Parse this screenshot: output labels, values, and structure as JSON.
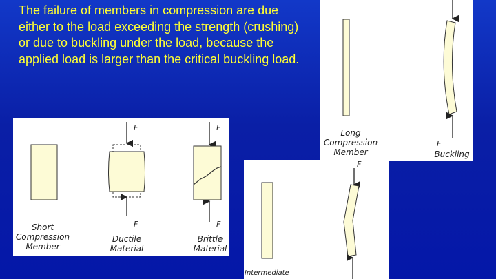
{
  "slide": {
    "paragraph": "The failure of members in compression are due either to the load exceeding the strength (crushing) or due to buckling under the load, because the applied load is larger than the critical buckling load."
  },
  "panel_left": {
    "labels": {
      "short": [
        "Short",
        "Compression",
        "Member"
      ],
      "ductile": [
        "Ductile",
        "Material"
      ],
      "brittle": [
        "Brittle",
        "Material"
      ]
    },
    "force": "F"
  },
  "panel_right": {
    "labels": {
      "long": [
        "Long",
        "Compression",
        "Member"
      ],
      "buckling": "Buckling"
    },
    "force": "F"
  },
  "panel_bottom": {
    "labels": {
      "intermediate": "Intermediate"
    },
    "force": "F"
  },
  "colors": {
    "member_fill": "#fdfbd6",
    "text_yellow": "#ffff33",
    "background": "#0a1fa6"
  }
}
